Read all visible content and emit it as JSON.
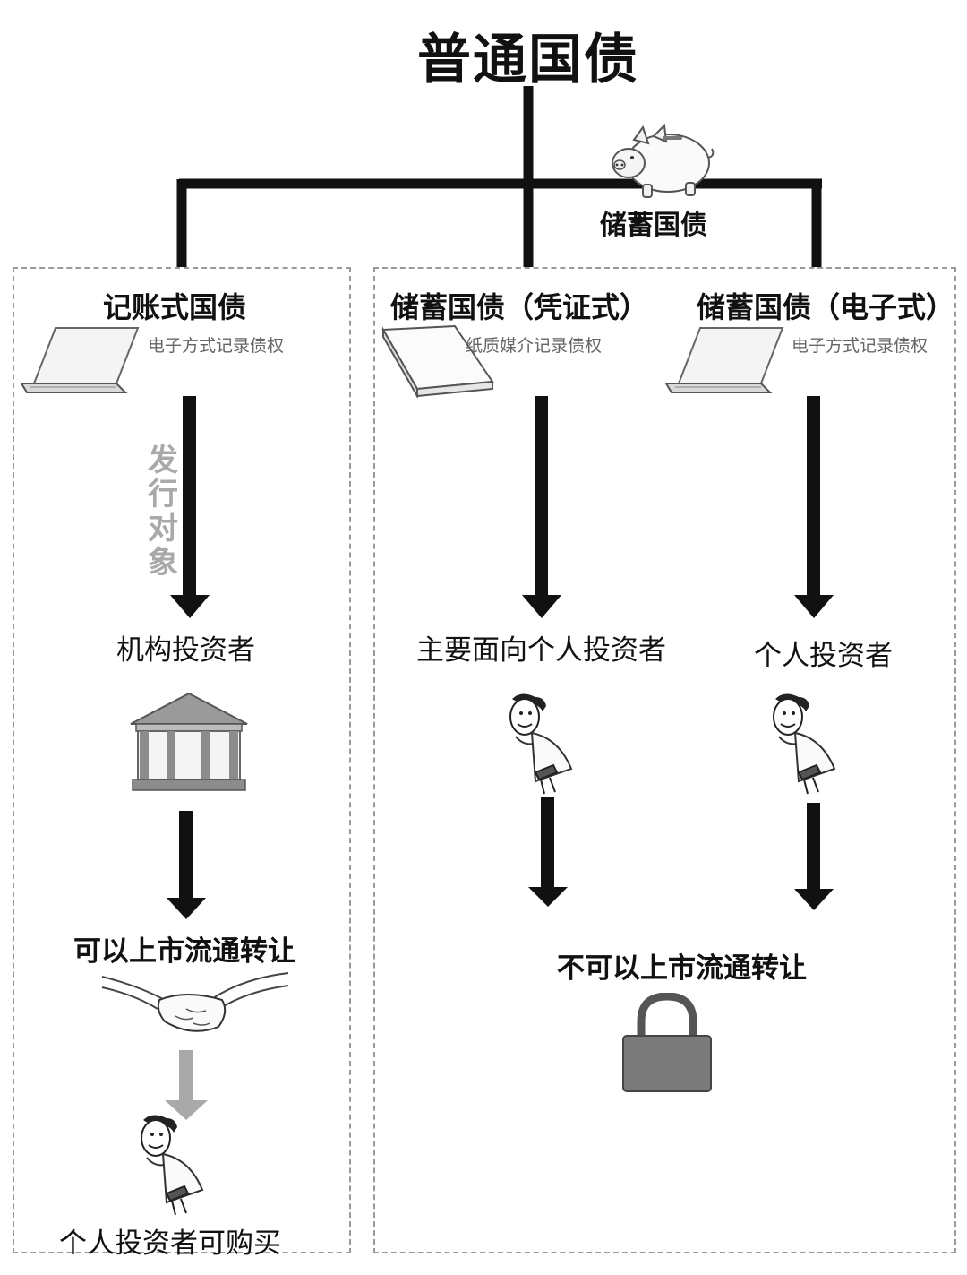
{
  "title": "普通国债",
  "piggy_caption": "储蓄国债",
  "columns": [
    {
      "heading": "记账式国债",
      "record_note": "电子方式记录债权",
      "edge_label": "发行对象",
      "investor": "机构投资者",
      "transfer": "可以上市流通转让",
      "final": "个人投资者可购买"
    },
    {
      "heading": "储蓄国债（凭证式）",
      "record_note": "纸质媒介记录债权",
      "investor": "主要面向个人投资者"
    },
    {
      "heading": "储蓄国债（电子式）",
      "record_note": "电子方式记录债权",
      "investor": "个人投资者"
    }
  ],
  "shared_transfer": "不可以上市流通转让",
  "colors": {
    "line": "#111111",
    "dashed_border": "#9a9a9a",
    "muted_arrow": "#a9a9a9",
    "lock": "#7a7a7a",
    "building": "#8c8c8c"
  },
  "icons": [
    "piggy-bank-icon",
    "laptop-icon",
    "book-icon",
    "bank-building-icon",
    "investor-icon",
    "handshake-icon",
    "padlock-icon"
  ]
}
